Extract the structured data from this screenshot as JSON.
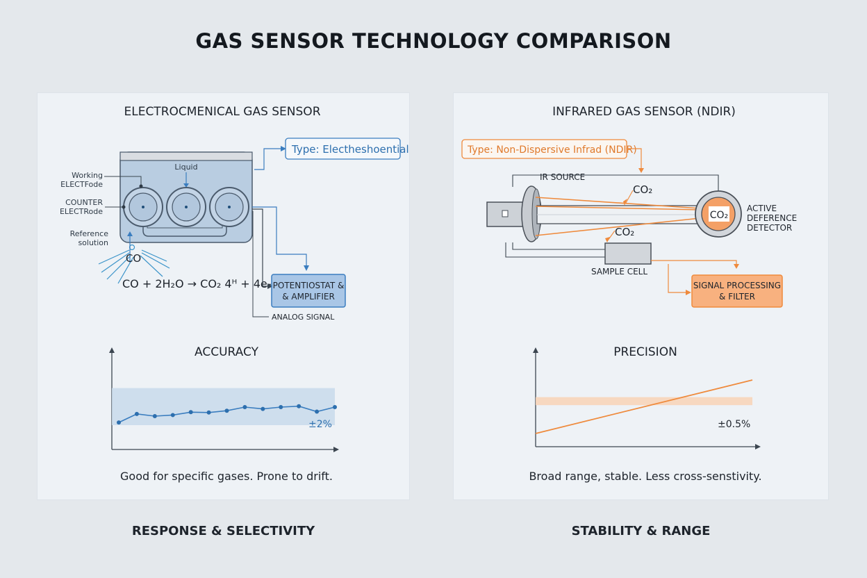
{
  "page": {
    "title": "GAS SENSOR TECHNOLOGY COMPARISON"
  },
  "colors": {
    "blue": "#3a7dbf",
    "orange": "#ef8a3c",
    "dark": "#3c4650"
  },
  "electrochemical": {
    "heading": "ELECTROCMENICAL GAS SENSOR",
    "type_label": "Type: Electheshoential",
    "liquid_label": "Liquid",
    "working_electrode": [
      "Working",
      "ELECTFode"
    ],
    "counter_electrode": [
      "COUNTER",
      "ELECTRode"
    ],
    "reference": [
      "Reference",
      "solution"
    ],
    "gas_label": "CO",
    "reaction": "CO + 2H₂O → CO₂ 4ᴴ + 4e-",
    "amplifier": [
      "POTENTIOSTAT &",
      "& AMPLIFIER"
    ],
    "signal_label": "ANALOG SIGNAL",
    "chart_title": "ACCURACY",
    "band_label": "±2%",
    "caption": "Good for specific gases. Prone to drift.",
    "footer": "RESPONSE & SELECTIVITY"
  },
  "infrared": {
    "heading": "INFRARED GAS SENSOR (NDIR)",
    "type_label": "Type: Non-Dispersive Infrad (NDIR)",
    "ir_source": "IR SOURCE",
    "co2_top": "CO₂",
    "co2_bottom": "CO₂",
    "detector_gas": "CO₂",
    "detector_label": [
      "ACTIVE",
      "DEFERENCE",
      "DETECTOR"
    ],
    "sample_cell": "SAMPLE CELL",
    "processing": [
      "SIGNAL PROCESSING",
      "& FILTER"
    ],
    "chart_title": "PRECISION",
    "band_label": "±0.5%",
    "caption": "Broad range, stable. Less cross-senstivity.",
    "footer": "STABILITY & RANGE"
  },
  "chart_data": [
    {
      "type": "line",
      "title": "ACCURACY",
      "x": [
        1,
        2,
        3,
        4,
        5,
        6,
        7,
        8,
        9,
        10,
        11,
        12,
        13
      ],
      "values": [
        0.15,
        0.62,
        0.5,
        0.56,
        0.72,
        0.7,
        0.8,
        1.0,
        0.9,
        1.0,
        1.05,
        0.75,
        1.0
      ],
      "band": [
        0,
        1.4
      ],
      "band_label": "±2%"
    },
    {
      "type": "line",
      "title": "PRECISION",
      "x": [
        0,
        1
      ],
      "values": [
        0,
        1
      ],
      "band": [
        0.53,
        0.68
      ],
      "band_label": "±0.5%"
    }
  ]
}
